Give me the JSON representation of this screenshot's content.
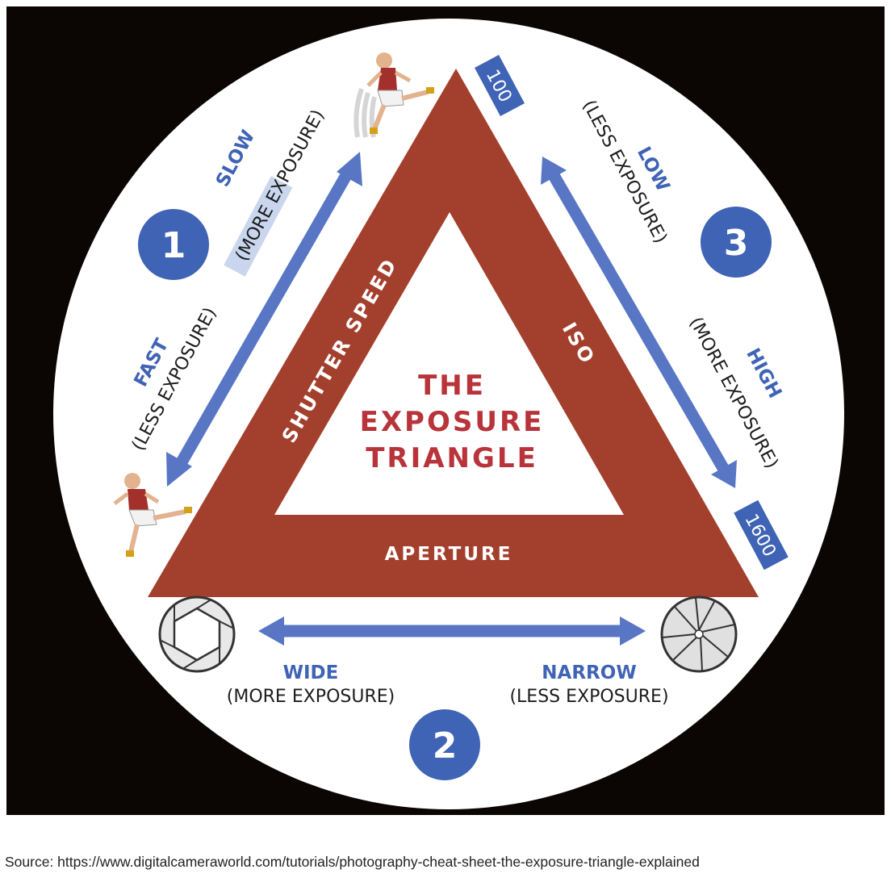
{
  "title": {
    "line1": "THE",
    "line2": "EXPOSURE",
    "line3": "TRIANGLE"
  },
  "sides": {
    "left": "SHUTTER SPEED",
    "right": "ISO",
    "bottom": "APERTURE"
  },
  "numbers": {
    "one": "1",
    "two": "2",
    "three": "3"
  },
  "shutter": {
    "slow_label": "SLOW",
    "slow_desc": "(MORE EXPOSURE)",
    "fast_label": "FAST",
    "fast_desc": "(LESS EXPOSURE)"
  },
  "iso": {
    "low_label": "LOW",
    "low_desc": "(LESS EXPOSURE)",
    "high_label": "HIGH",
    "high_desc": "(MORE EXPOSURE)",
    "badge_low": "100",
    "badge_high": "1600"
  },
  "aperture": {
    "wide_label": "WIDE",
    "wide_desc": "(MORE EXPOSURE)",
    "narrow_label": "NARROW",
    "narrow_desc": "(LESS EXPOSURE)"
  },
  "source": "Source: https://www.digitalcameraworld.com/tutorials/photography-cheat-sheet-the-exposure-triangle-explained",
  "colors": {
    "background": "#0b0604",
    "circle": "#ffffff",
    "triangle": "#a3402d",
    "title_text": "#b8333a",
    "blue": "#3f63b5",
    "arrow_blue": "#5876c4",
    "ink": "#1c1c1c"
  },
  "icons": [
    "running-figure-icon",
    "wide-aperture-icon",
    "narrow-aperture-icon"
  ]
}
